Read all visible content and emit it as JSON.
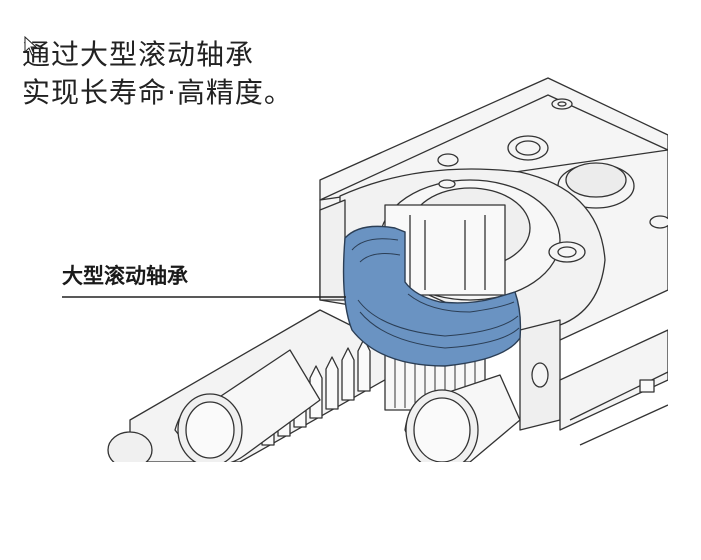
{
  "headline": {
    "line1": "通过大型滚动轴承",
    "line2": "实现长寿命·高精度。"
  },
  "callout": {
    "label": "大型滚动轴承"
  },
  "colors": {
    "bearing": "#6a93c2",
    "outline": "#333333",
    "body": "#f4f4f4"
  },
  "icons": [
    "cursor-arrow-icon"
  ]
}
